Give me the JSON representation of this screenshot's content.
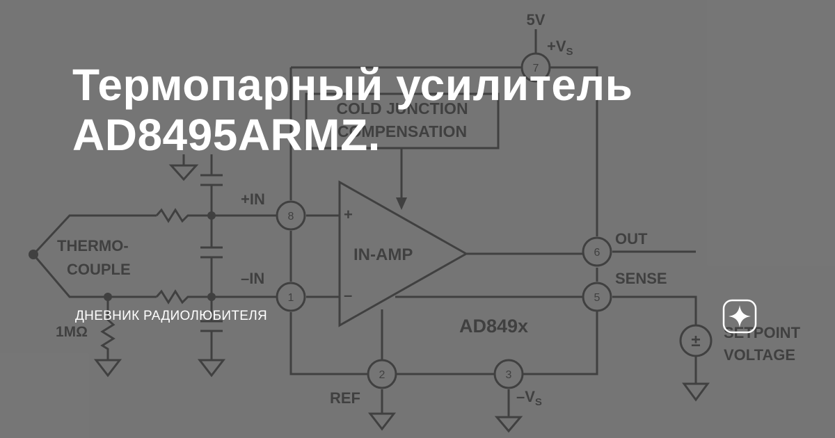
{
  "article": {
    "title_line1": "Термопарный усилитель",
    "title_line2": "AD8495ARMZ.",
    "channel": "ДНЕВНИК РАДИОЛЮБИТЕЛЯ",
    "logo_icon": "sparkle-star-icon"
  },
  "schematic": {
    "supply_voltage": "5V",
    "vs_pos": "+V",
    "vs_neg": "–V",
    "vs_subscript": "S",
    "cjc_line1": "COLD JUNCTION",
    "cjc_line2": "COMPENSATION",
    "amp_label": "IN-AMP",
    "plus_sign": "+",
    "minus_sign": "–",
    "chip_label": "AD849x",
    "in_pos": "+IN",
    "in_neg": "–IN",
    "out": "OUT",
    "sense": "SENSE",
    "ref": "REF",
    "thermo_line1": "THERMO-",
    "thermo_line2": "COUPLE",
    "resistor_value": "1MΩ",
    "setpoint_line1": "SETPOINT",
    "setpoint_line2": "VOLTAGE",
    "source_sign": "±",
    "pins": {
      "p7": "7",
      "p8": "8",
      "p1": "1",
      "p6": "6",
      "p5": "5",
      "p2": "2",
      "p3": "3"
    }
  },
  "colors": {
    "background": "#7b7b7b",
    "ink": "#1f1f1f",
    "title": "#ffffff"
  }
}
